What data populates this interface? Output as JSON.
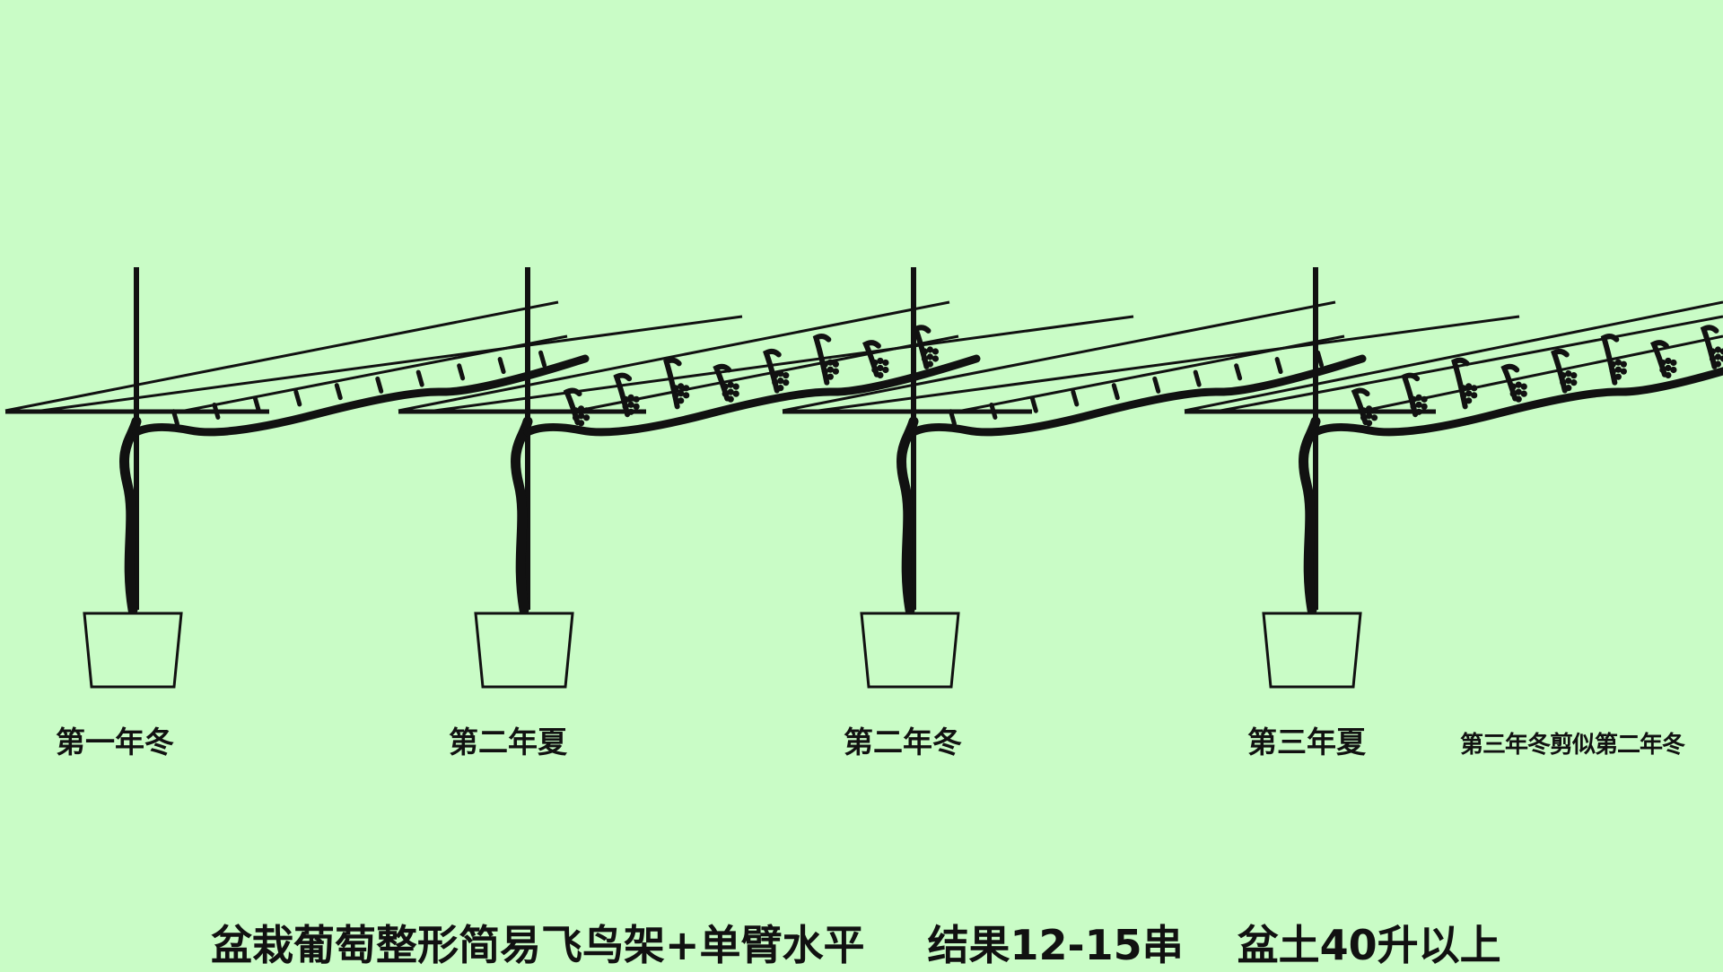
{
  "colors": {
    "background": "#c9fcc6",
    "ink": "#111111"
  },
  "stages": [
    {
      "label": "第一年冬",
      "season": "winter",
      "fruit": false,
      "leaves": false
    },
    {
      "label": "第二年夏",
      "season": "summer",
      "fruit": true,
      "leaves": true
    },
    {
      "label": "第二年冬",
      "season": "winter",
      "fruit": false,
      "leaves": false
    },
    {
      "label": "第三年夏",
      "season": "summer",
      "fruit": true,
      "leaves": true
    }
  ],
  "note": "第三年冬剪似第二年冬",
  "caption": {
    "part1": "盆栽葡萄整形简易飞鸟架+单臂水平",
    "part2": "结果12-15串",
    "part3": "盆土40升以上"
  },
  "icons": {
    "pot": "pot-icon",
    "grape_cluster": "grape-cluster-icon"
  }
}
